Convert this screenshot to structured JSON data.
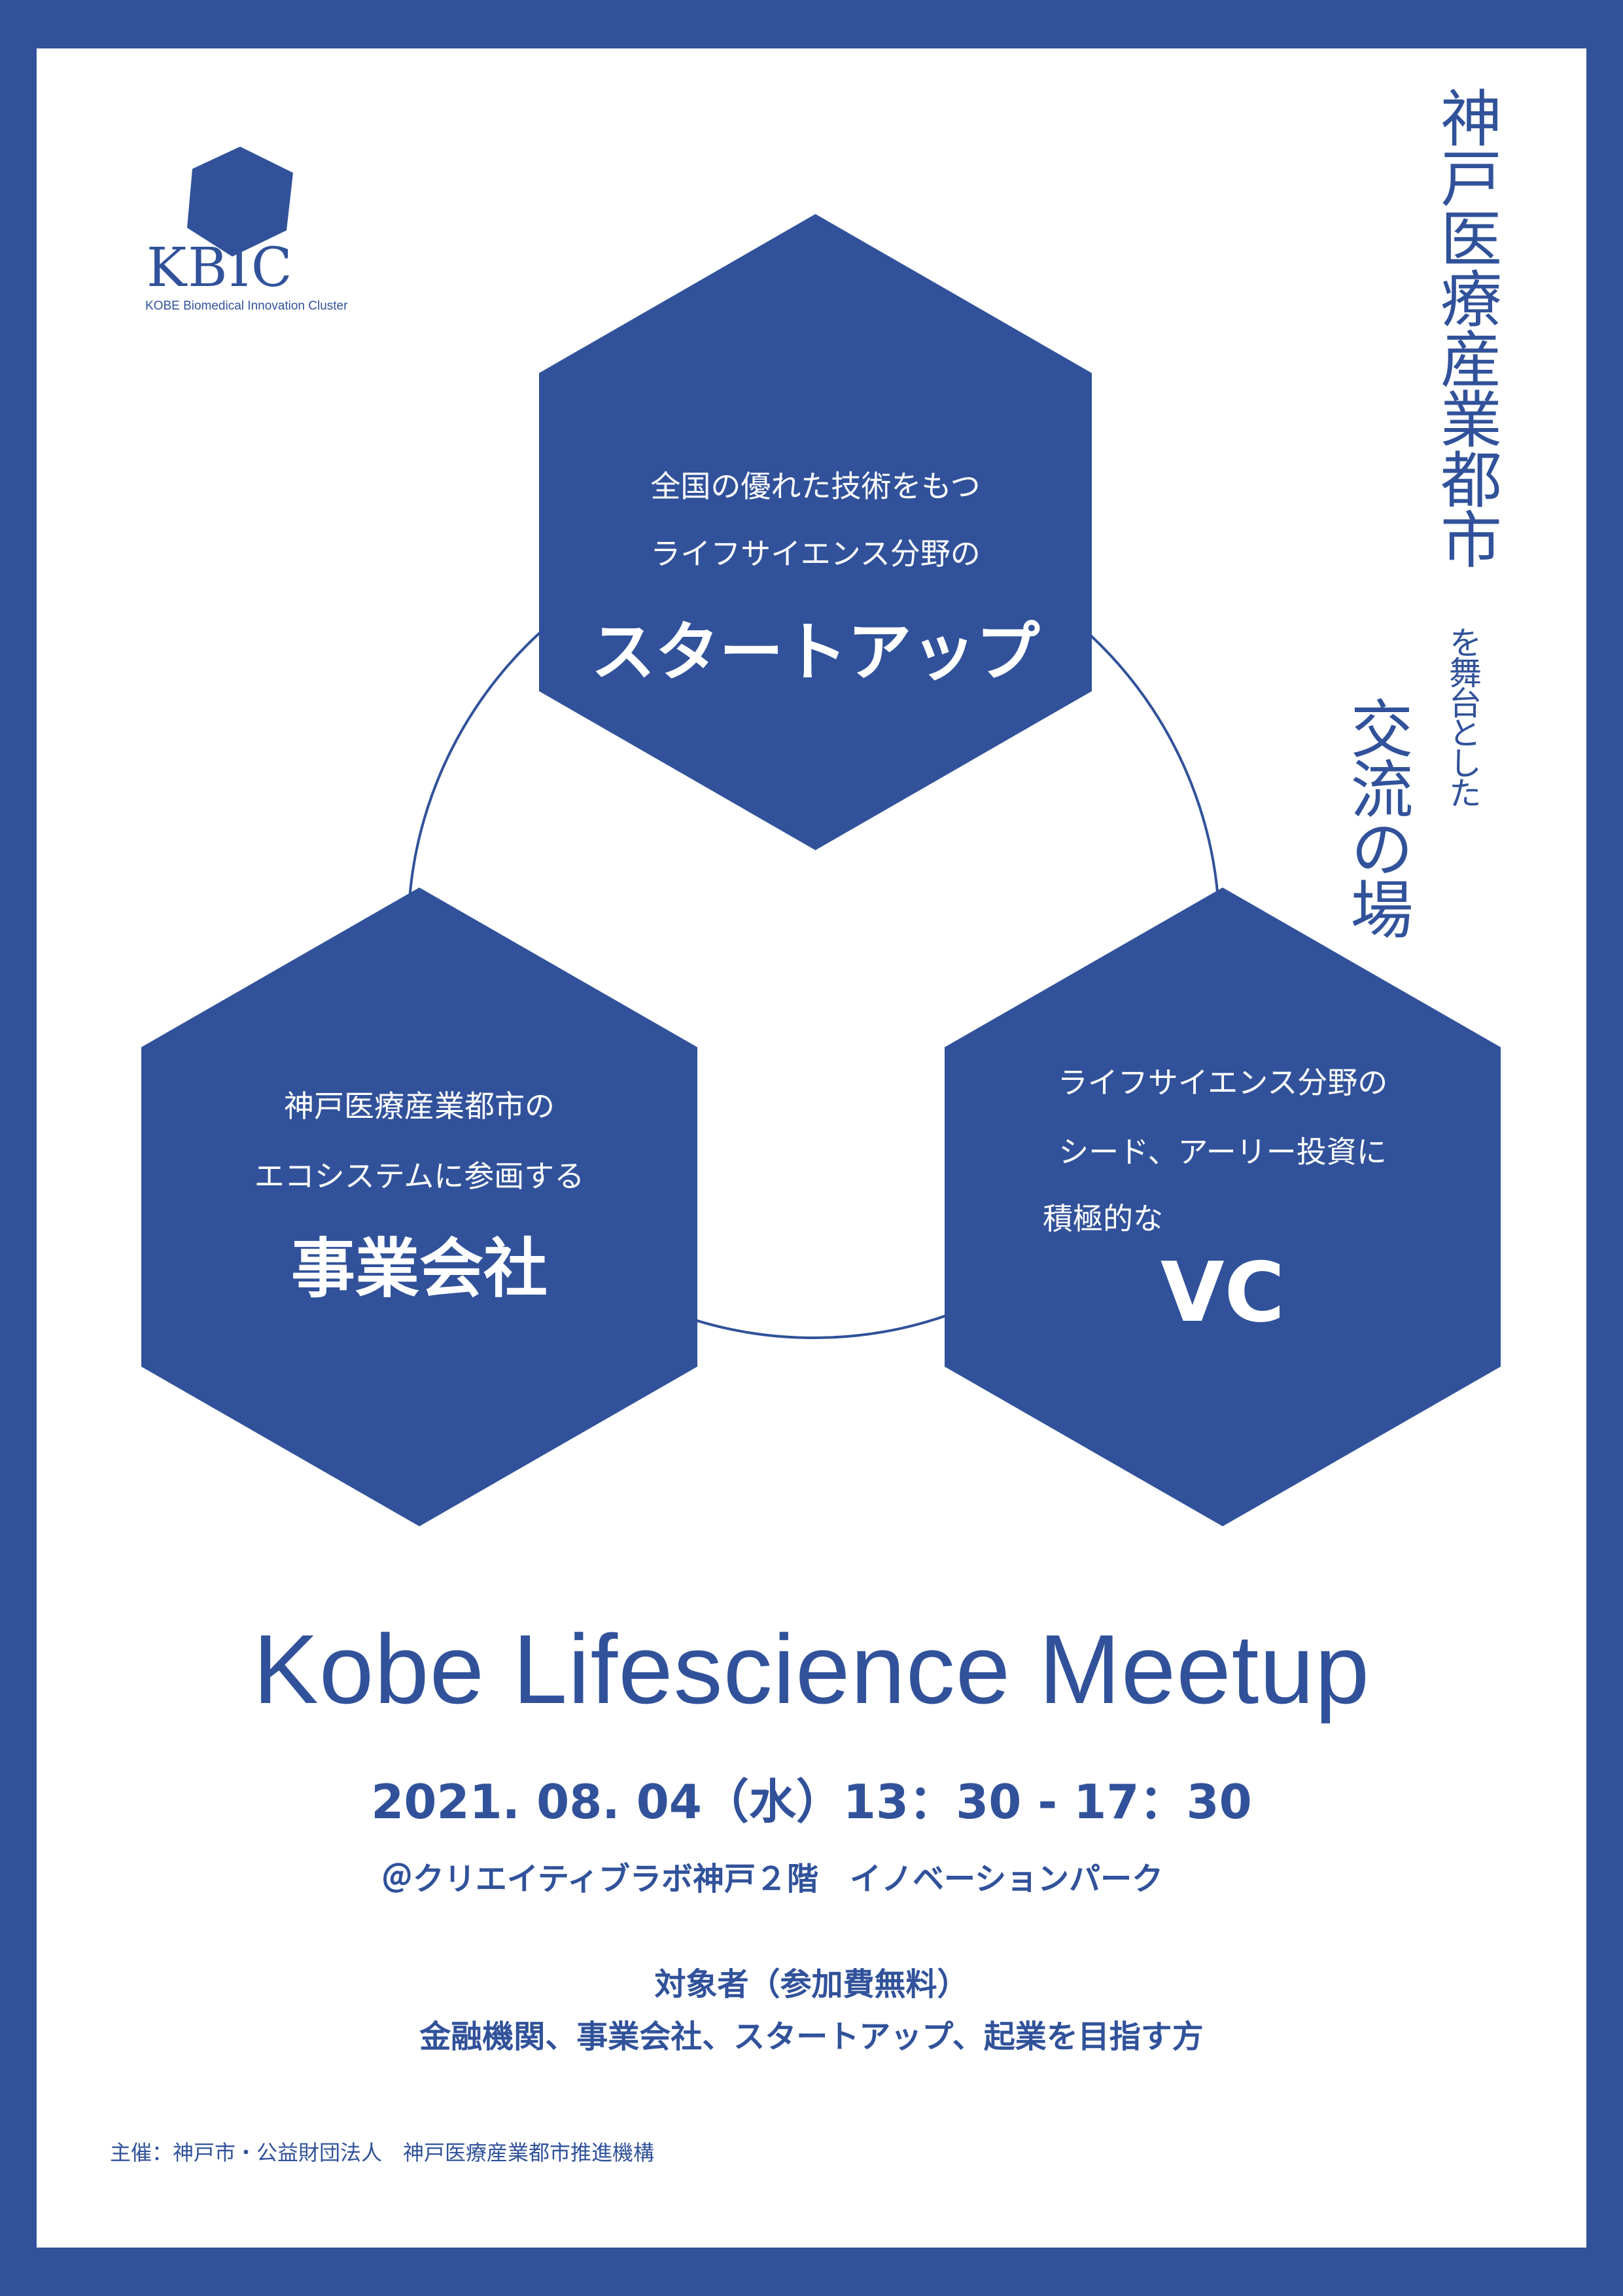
{
  "logo": {
    "mark": "KBIC",
    "subtitle": "KOBE Biomedical Innovation Cluster"
  },
  "vertical": {
    "title": "神戸医療産業都市",
    "connector": "を舞台とした",
    "place": "交流の場"
  },
  "hex_startup": {
    "line1": "全国の優れた技術をもつ",
    "line2": "ライフサイエンス分野の",
    "heading": "スタートアップ"
  },
  "hex_company": {
    "line1": "神戸医療産業都市の",
    "line2": "エコシステムに参画する",
    "heading": "事業会社"
  },
  "hex_vc": {
    "line1": "ライフサイエンス分野の",
    "line2": "シード、アーリー投資に",
    "line3": "積極的な",
    "heading": "VC"
  },
  "event": {
    "title": "Kobe Lifescience Meetup",
    "datetime": "2021. 08. 04（水）13：30 - 17：30",
    "venue": "＠クリエイティブラボ神戸２階　イノベーションパーク",
    "audience_label": "対象者（参加費無料）",
    "audience": "金融機関、事業会社、スタートアップ、起業を目指す方"
  },
  "footer": {
    "organizer": "主催：神戸市・公益財団法人　神戸医療産業都市推進機構"
  },
  "colors": {
    "brand_blue": "#31529a",
    "background": "#ffffff"
  }
}
